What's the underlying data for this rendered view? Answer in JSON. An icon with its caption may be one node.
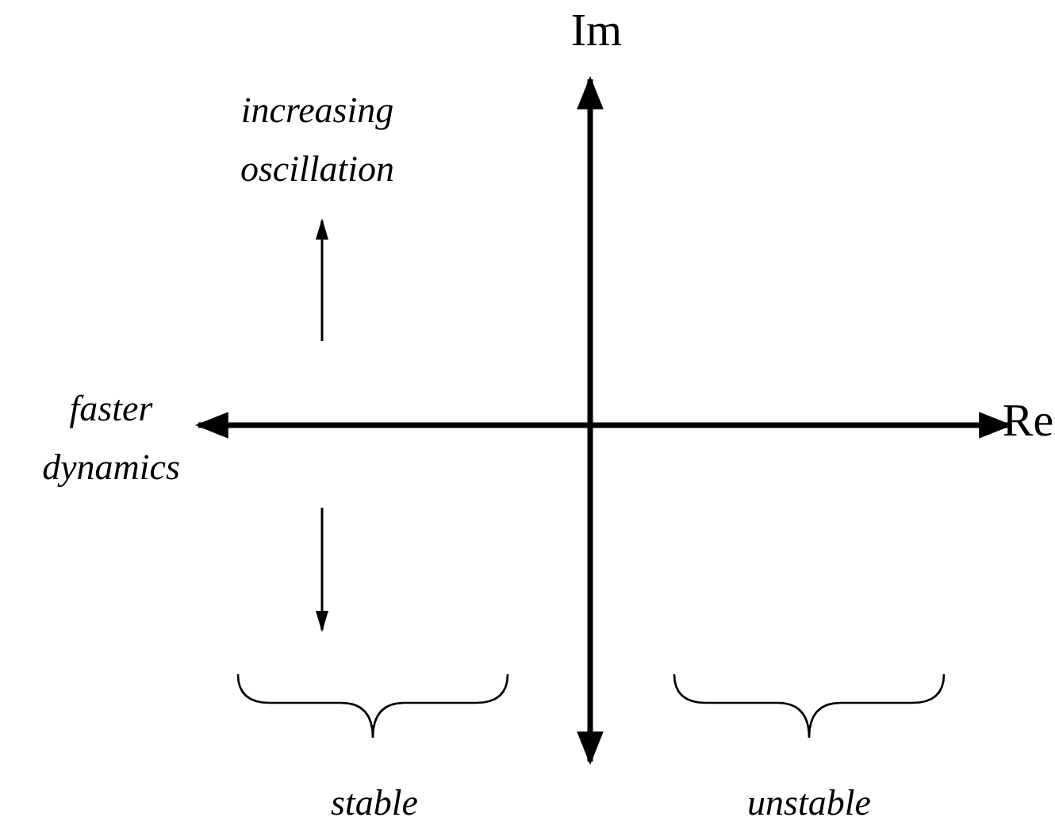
{
  "diagram": {
    "labels": [
      "Im",
      "increasing oscillation",
      "faster dynamics",
      "Re",
      "stable",
      "unstable"
    ]
  }
}
